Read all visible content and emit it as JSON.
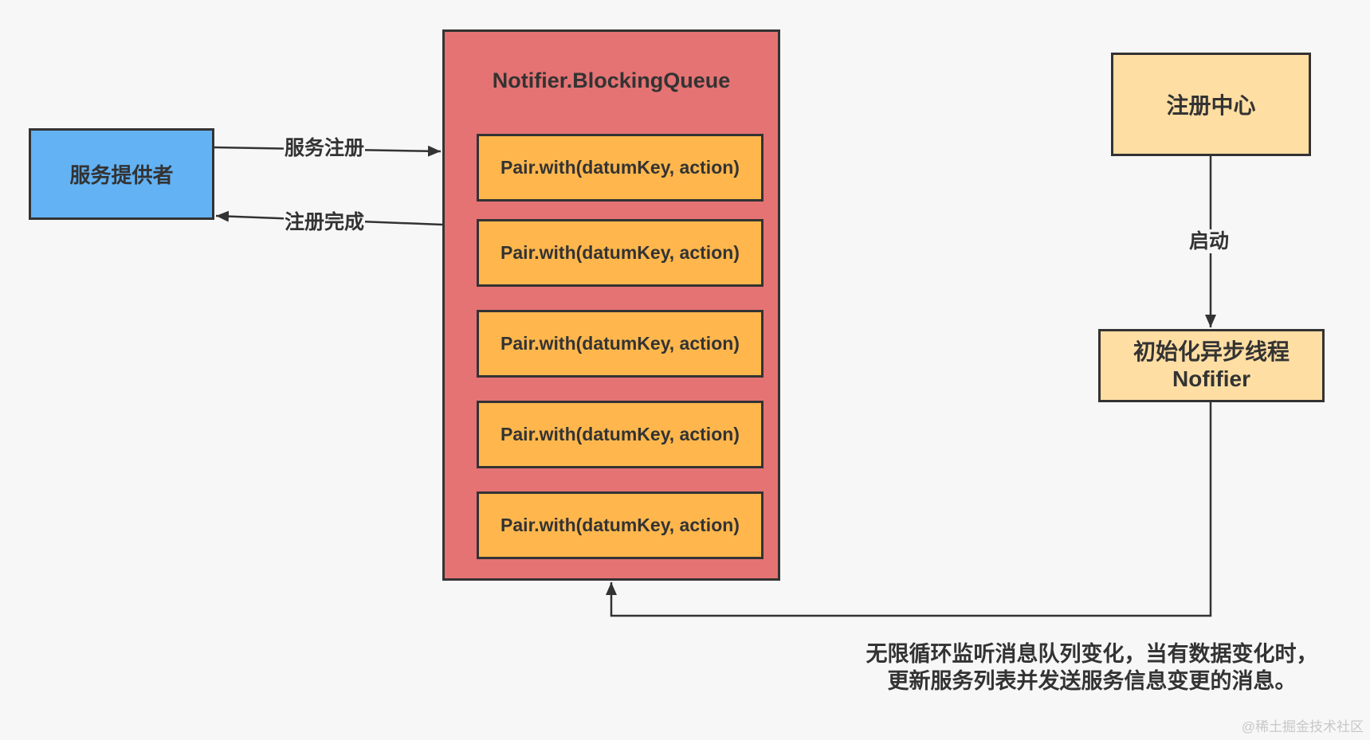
{
  "provider": {
    "label": "服务提供者"
  },
  "queue": {
    "title": "Notifier.BlockingQueue",
    "items": [
      "Pair.with(datumKey, action)",
      "Pair.with(datumKey, action)",
      "Pair.with(datumKey, action)",
      "Pair.with(datumKey, action)",
      "Pair.with(datumKey, action)"
    ]
  },
  "registry": {
    "label": "注册中心"
  },
  "init": {
    "line1": "初始化异步线程",
    "line2": "Nofifier"
  },
  "edges": {
    "register": "服务注册",
    "done": "注册完成",
    "start": "启动"
  },
  "note": {
    "line1": "无限循环监听消息队列变化，当有数据变化时，",
    "line2": "更新服务列表并发送服务信息变更的消息。"
  },
  "watermark": "@稀土掘金技术社区",
  "colors": {
    "background": "#f7f7f7",
    "provider": "#62b2f4",
    "queue": "#e57373",
    "item": "#ffb74d",
    "registry": "#ffdea3",
    "line": "#333333"
  }
}
